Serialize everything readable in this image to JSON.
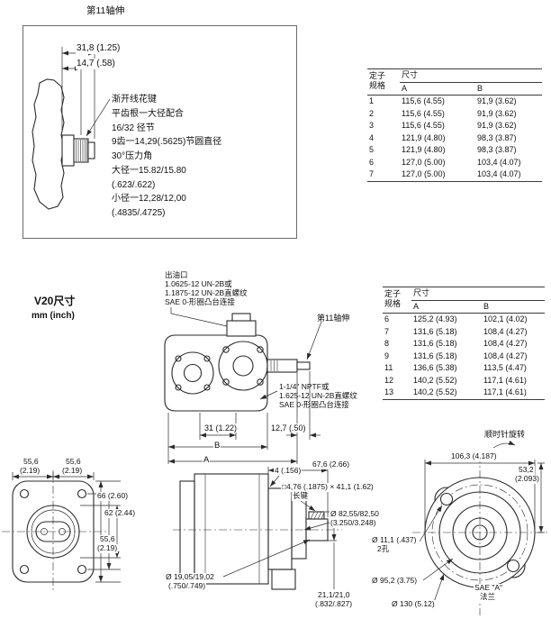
{
  "colors": {
    "line": "#2b2b2b",
    "text": "#111111",
    "background": "#ffffff"
  },
  "shaft_detail": {
    "title": "第11轴伸",
    "dim_length_total": "31,8 (1.25)",
    "dim_length_spline": "14,7 (.58)",
    "notes": [
      "渐开线花键",
      "平齿根一大径配合",
      "16/32 径节",
      "9齿一14,29(.5625)节圆直径",
      "30°压力角",
      "大径一15.82/15.80",
      "(.623/.622)",
      "小径一12,28/12,00",
      "(.4835/.4725)"
    ]
  },
  "table1": {
    "spec_header_line1": "定子",
    "spec_header_line2": "规格",
    "size_header": "尺寸",
    "col_a": "A",
    "col_b": "B",
    "rows": [
      {
        "spec": "1",
        "a": "115,6 (4.55)",
        "b": "91,9 (3.62)"
      },
      {
        "spec": "2",
        "a": "115,6 (4.55)",
        "b": "91,9 (3.62)"
      },
      {
        "spec": "3",
        "a": "115,6 (4.55)",
        "b": "91,9 (3.62)"
      },
      {
        "spec": "4",
        "a": "121,9 (4.80)",
        "b": "98,3 (3.87)"
      },
      {
        "spec": "5",
        "a": "121,9 (4.80)",
        "b": "98,3 (3.87)"
      },
      {
        "spec": "6",
        "a": "127,0 (5.00)",
        "b": "103,4 (4.07)"
      },
      {
        "spec": "7",
        "a": "127,0 (5.00)",
        "b": "103,4 (4.07)"
      }
    ]
  },
  "v20": {
    "title": "V20尺寸",
    "units": "mm (inch)",
    "outlet_note": [
      "出油口",
      "1.0625-12 UN-2B或",
      "1.1875-12 UN-2B直螺纹",
      "SAE 0-形圈凸台连接"
    ],
    "shaft_callout": "第11轴伸",
    "inlet_note": [
      "1-1/4\" NPTF或",
      "1.625-12 UN-2B直螺纹",
      "SAE 0-形圈凸台连接"
    ],
    "dim_31": "31 (1.22)",
    "dim_127": "12,7 (.50)",
    "dim_b": "B",
    "dim_a": "A"
  },
  "table2": {
    "spec_header_line1": "定子",
    "spec_header_line2": "规格",
    "size_header": "尺寸",
    "col_a": "A",
    "col_b": "B",
    "rows": [
      {
        "spec": "6",
        "a": "125,2 (4.93)",
        "b": "102,1 (4.02)"
      },
      {
        "spec": "7",
        "a": "131,6 (5.18)",
        "b": "108,4 (4.27)"
      },
      {
        "spec": "8",
        "a": "131,6 (5.18)",
        "b": "108,4 (4.27)"
      },
      {
        "spec": "9",
        "a": "131,6 (5.18)",
        "b": "108,4 (4.27)"
      },
      {
        "spec": "11",
        "a": "136,6 (5.38)",
        "b": "113,5 (4.47)"
      },
      {
        "spec": "12",
        "a": "140,2 (5.52)",
        "b": "117,1 (4.61)"
      },
      {
        "spec": "13",
        "a": "140,2 (5.52)",
        "b": "117,1 (4.61)"
      }
    ]
  },
  "front_view": {
    "dim_top_left_l1": "55,6",
    "dim_top_left_l2": "(2.19)",
    "dim_top_right_l1": "55,6",
    "dim_top_right_l2": "(2.19)",
    "dim_66": "66 (2.60)",
    "dim_62": "62 (2.44)",
    "dim_556_l1": "55,6",
    "dim_556_l2": "(2.19)"
  },
  "side_view": {
    "dim_4": "4 (.156)",
    "dim_676": "67,6 (2.66)",
    "key_note_l1": "□4,76 (.1875) × 41,1 (1.62)",
    "key_note_l2": "长键",
    "dia_pilot_l1": "Ø 82,55/82,50",
    "dia_pilot_l2": "(3.250/3.248)",
    "dia_shaft_l1": "Ø 19,05/19,02",
    "dia_shaft_l2": "(.750/.749)",
    "dim_key_l1": "21,1/21,0",
    "dim_key_l2": "(.832/.827)"
  },
  "flange_view": {
    "rotation": "顺时针旋转",
    "dim_1063": "106,3 (4.187)",
    "dim_532_l1": "53,2",
    "dim_532_l2": "(2.093)",
    "dia_holes_l1": "Ø 11,1 (.437)",
    "dia_holes_l2": "2孔",
    "dia_pilot": "Ø 95,2 (3.75)",
    "flange_l1": "SAE \"A\"",
    "flange_l2": "法兰",
    "dia_outer": "Ø 130 (5.12)"
  }
}
